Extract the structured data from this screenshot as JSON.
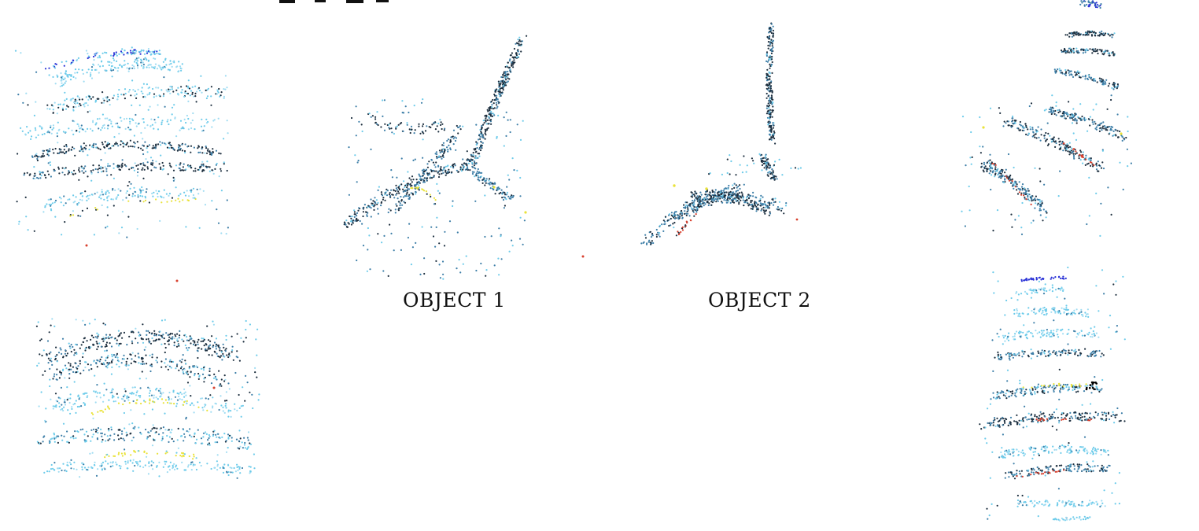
{
  "labels": {
    "object_1": "OBJECT 1",
    "object_2": "OBJECT 2"
  },
  "palette": {
    "dark": "#1d2f3f",
    "steel": "#3e7fa8",
    "sky": "#6ccbea",
    "light_sky": "#9fdcf2",
    "yellow": "#e9e23a",
    "red": "#d8402e",
    "blue": "#2a32d6"
  },
  "panels": [
    {
      "name": "point-cloud-top-left",
      "shape": "stacked-bands"
    },
    {
      "name": "point-cloud-bottom-left",
      "shape": "dome"
    },
    {
      "name": "point-cloud-object-1",
      "shape": "branching"
    },
    {
      "name": "point-cloud-object-2",
      "shape": "vertical-column-with-fan"
    },
    {
      "name": "point-cloud-top-right",
      "shape": "diagonal-sheaf"
    },
    {
      "name": "point-cloud-bottom-right",
      "shape": "stacked-bands"
    }
  ]
}
